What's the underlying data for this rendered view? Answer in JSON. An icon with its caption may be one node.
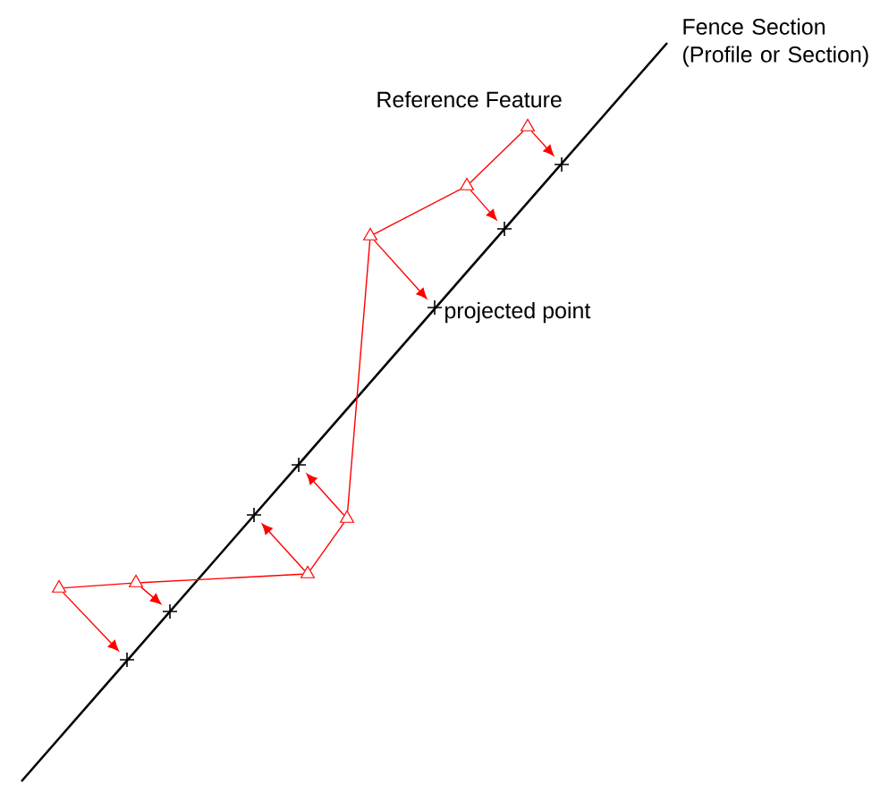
{
  "diagram": {
    "nodes": [
      {
        "text": [],
        "shape": "triangle"
      },
      {
        "text": [],
        "shape": "triangle"
      },
      {
        "text": [],
        "shape": "triangle"
      },
      {
        "text": [],
        "shape": "triangle"
      },
      {
        "text": [],
        "shape": "triangle"
      },
      {
        "text": [],
        "shape": "triangle"
      },
      {
        "text": [],
        "shape": "triangle"
      },
      {
        "text": [],
        "shape": "cross"
      },
      {
        "text": [],
        "shape": "cross"
      },
      {
        "text": [],
        "shape": "cross"
      },
      {
        "text": [],
        "shape": "cross"
      },
      {
        "text": [],
        "shape": "cross",
        "beside": [
          "projected point"
        ]
      },
      {
        "text": [],
        "shape": "cross"
      },
      {
        "text": [],
        "shape": "cross"
      }
    ],
    "edges": [
      {
        "from": 0,
        "to": 1,
        "arrow": "none"
      },
      {
        "from": 1,
        "to": 2,
        "arrow": "none"
      },
      {
        "from": 2,
        "to": 3,
        "arrow": "none"
      },
      {
        "from": 3,
        "to": 4,
        "arrow": "none"
      },
      {
        "from": 4,
        "to": 5,
        "arrow": "none"
      },
      {
        "from": 5,
        "to": 6,
        "arrow": "none"
      },
      {
        "from": 0,
        "to": 7,
        "arrow": "to"
      },
      {
        "from": 1,
        "to": 8,
        "arrow": "to"
      },
      {
        "from": 2,
        "to": 9,
        "arrow": "to"
      },
      {
        "from": 3,
        "to": 10,
        "arrow": "to"
      },
      {
        "from": 4,
        "to": 11,
        "arrow": "to"
      },
      {
        "from": 5,
        "to": 12,
        "arrow": "to"
      },
      {
        "from": 6,
        "to": 13,
        "arrow": "to"
      }
    ],
    "labels": [
      "Fence Section (Profile or Section)",
      "Reference Feature"
    ]
  }
}
